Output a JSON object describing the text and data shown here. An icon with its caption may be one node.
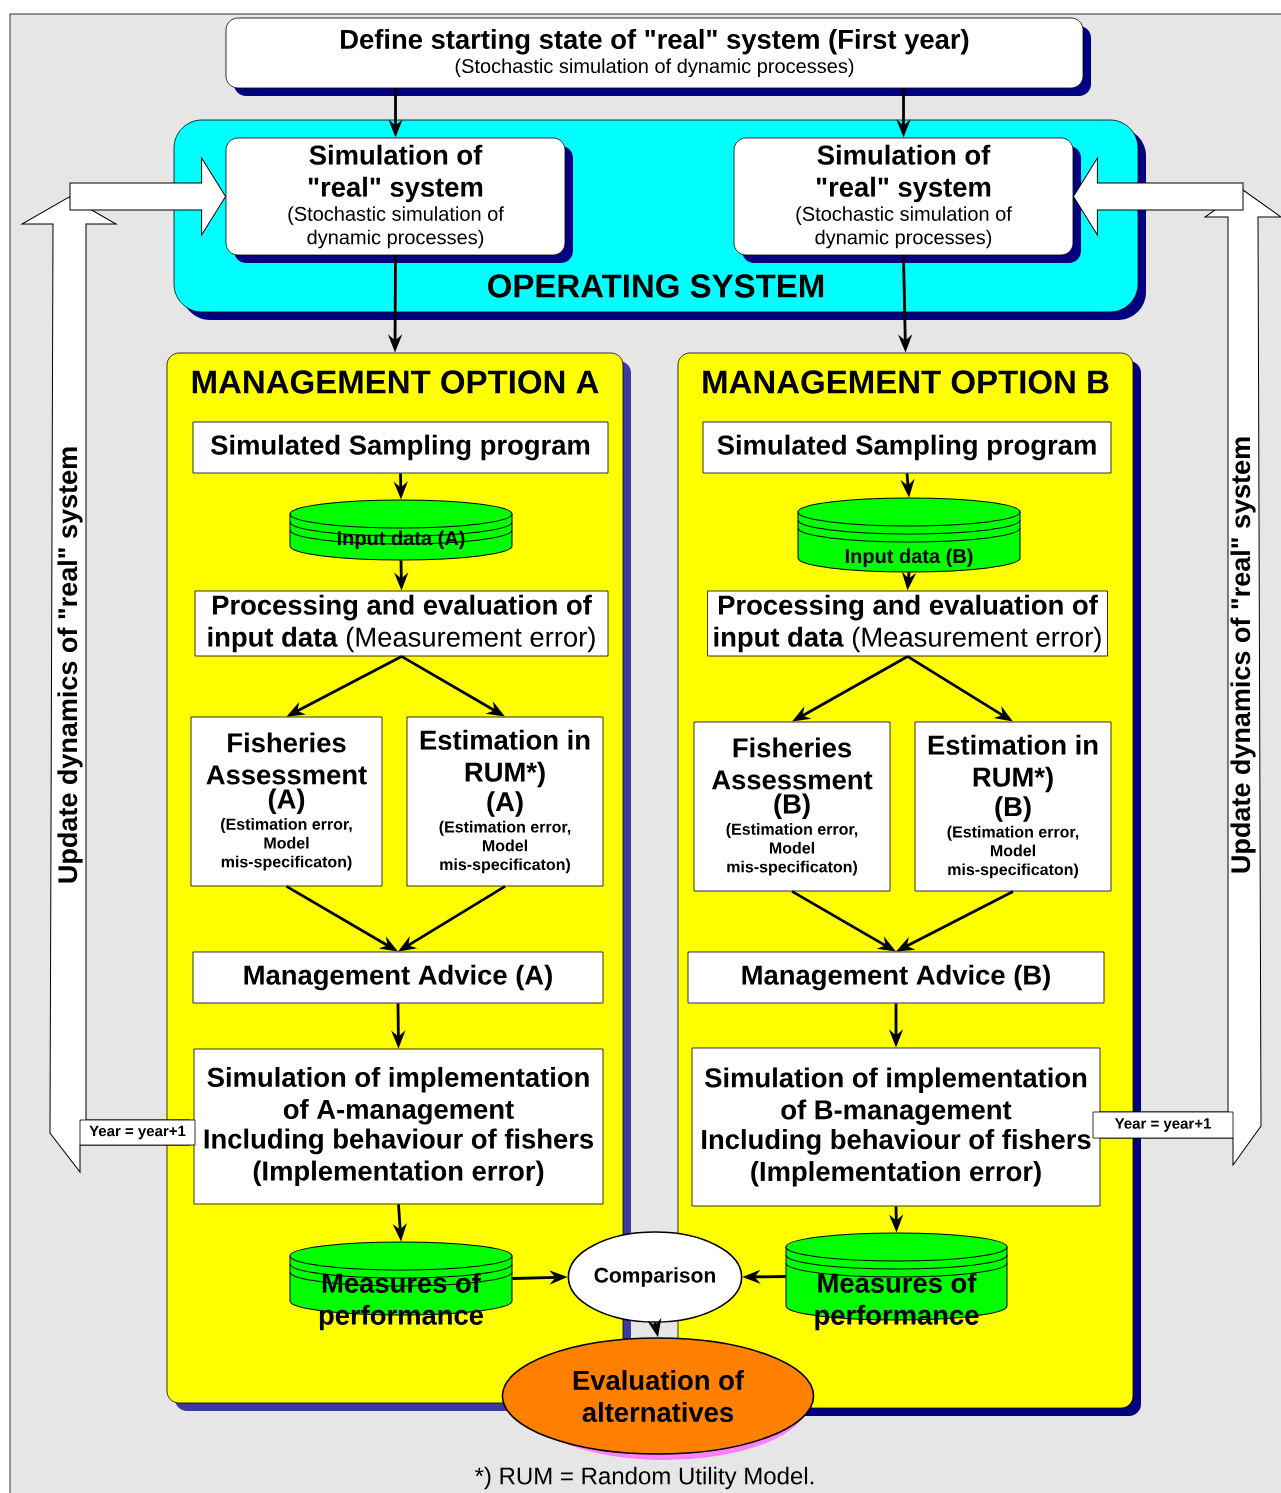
{
  "diagram": {
    "nodes": [
      {
        "text": [
          "Define starting state of \"real\" system (First year)",
          "(Stochastic simulation of dynamic processes)"
        ]
      },
      {
        "text": [
          "OPERATING SYSTEM"
        ]
      },
      {
        "text": [
          "Simulation of \"real\" system",
          "(Stochastic simulation of dynamic processes)"
        ],
        "in": 1
      },
      {
        "text": [
          "Simulation of \"real\" system",
          "(Stochastic simulation of dynamic processes)"
        ],
        "in": 1
      },
      {
        "text": [
          "MANAGEMENT OPTION A"
        ]
      },
      {
        "text": [
          "Simulated Sampling program"
        ],
        "in": 4
      },
      {
        "text": [
          "Input data (A)"
        ],
        "in": 4
      },
      {
        "text": [
          "**Processing and evaluation of input data** (Measurement error)"
        ],
        "in": 4
      },
      {
        "text": [
          "Fisheries Assessment",
          "(A)",
          "(Estimation error, Model mis-specificaton)"
        ],
        "in": 4
      },
      {
        "text": [
          "Estimation in RUM*)",
          "(A)",
          "(Estimation error, Model mis-specificaton)"
        ],
        "in": 4
      },
      {
        "text": [
          "Management Advice (A)"
        ],
        "in": 4
      },
      {
        "text": [
          "Simulation of implementation of A-management",
          "Including behaviour of fishers (Implementation error)"
        ],
        "in": 4
      },
      {
        "text": [
          "Measures of performance"
        ],
        "in": 4
      },
      {
        "text": [
          "MANAGEMENT OPTION B"
        ]
      },
      {
        "text": [
          "Simulated Sampling program"
        ],
        "in": 13
      },
      {
        "text": [
          "Input data (B)"
        ],
        "in": 13
      },
      {
        "text": [
          "**Processing and evaluation of input data** (Measurement error)"
        ],
        "in": 13
      },
      {
        "text": [
          "Fisheries Assessment",
          "(B)",
          "(Estimation error, Model mis-specificaton)"
        ],
        "in": 13
      },
      {
        "text": [
          "Estimation in RUM*)",
          "(B)",
          "(Estimation error, Model mis-specificaton)"
        ],
        "in": 13
      },
      {
        "text": [
          "Management Advice (B)"
        ],
        "in": 13
      },
      {
        "text": [
          "Simulation of implementation of B-management",
          "Including behaviour of fishers (Implementation error)"
        ],
        "in": 13
      },
      {
        "text": [
          "Measures of performance"
        ],
        "in": 13
      },
      {
        "text": [
          "Comparison"
        ]
      },
      {
        "text": [
          "Evaluation of alternatives"
        ]
      },
      {
        "text": [
          "Update dynamics of \"real\" system"
        ]
      },
      {
        "text": [
          "Year = year+1"
        ],
        "in": 24
      },
      {
        "text": [
          "Update dynamics of \"real\" system"
        ]
      },
      {
        "text": [
          "Year = year+1"
        ],
        "in": 26
      }
    ],
    "edges": [
      {
        "from": 0,
        "to": 2,
        "arrow": "to"
      },
      {
        "from": 0,
        "to": 3,
        "arrow": "to"
      },
      {
        "from": 2,
        "to": 4,
        "arrow": "to"
      },
      {
        "from": 3,
        "to": 13,
        "arrow": "to"
      },
      {
        "from": 5,
        "to": 6,
        "arrow": "to"
      },
      {
        "from": 6,
        "to": 7,
        "arrow": "to"
      },
      {
        "from": 7,
        "to": 8,
        "arrow": "to"
      },
      {
        "from": 7,
        "to": 9,
        "arrow": "to"
      },
      {
        "from": 8,
        "to": 10,
        "arrow": "to"
      },
      {
        "from": 9,
        "to": 10,
        "arrow": "to"
      },
      {
        "from": 10,
        "to": 11,
        "arrow": "to"
      },
      {
        "from": 11,
        "to": 12,
        "arrow": "to"
      },
      {
        "from": 14,
        "to": 15,
        "arrow": "to"
      },
      {
        "from": 15,
        "to": 16,
        "arrow": "to"
      },
      {
        "from": 16,
        "to": 17,
        "arrow": "to"
      },
      {
        "from": 16,
        "to": 18,
        "arrow": "to"
      },
      {
        "from": 17,
        "to": 19,
        "arrow": "to"
      },
      {
        "from": 18,
        "to": 19,
        "arrow": "to"
      },
      {
        "from": 19,
        "to": 20,
        "arrow": "to"
      },
      {
        "from": 20,
        "to": 21,
        "arrow": "to"
      },
      {
        "from": 12,
        "to": 22,
        "arrow": "to"
      },
      {
        "from": 21,
        "to": 22,
        "arrow": "to"
      },
      {
        "from": 22,
        "to": 23,
        "arrow": "to"
      },
      {
        "from": 24,
        "to": 2,
        "arrow": "to"
      },
      {
        "from": 26,
        "to": 3,
        "arrow": "to"
      }
    ],
    "labels": [
      "*) RUM = Random Utility Model."
    ]
  }
}
